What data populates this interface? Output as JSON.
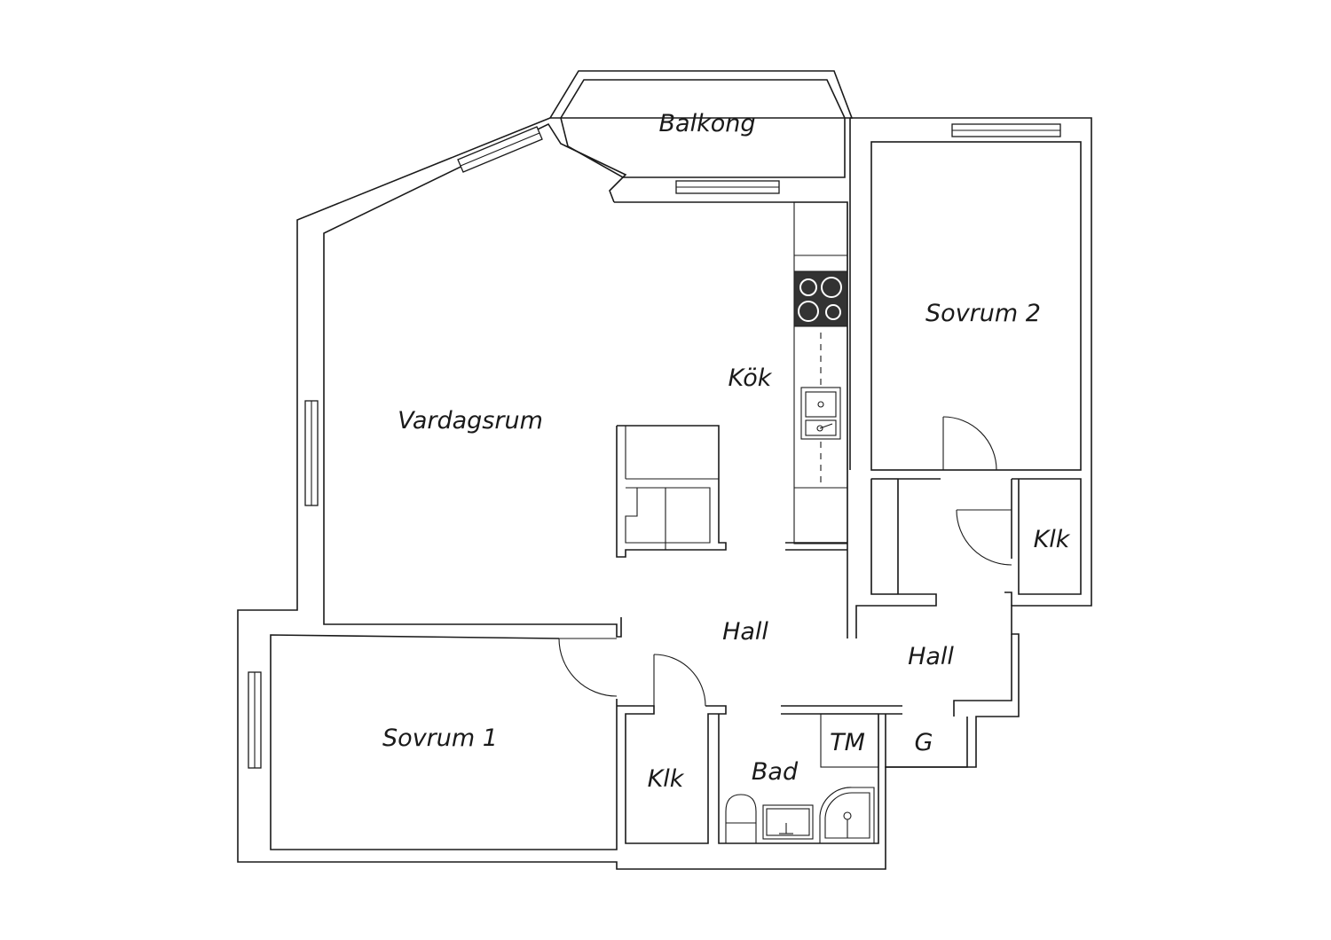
{
  "rooms": {
    "balkong": "Balkong",
    "vardagsrum": "Vardagsrum",
    "kok": "Kök",
    "sovrum2": "Sovrum 2",
    "klk_right": "Klk",
    "hall_center": "Hall",
    "hall_right": "Hall",
    "sovrum1": "Sovrum 1",
    "klk_left": "Klk",
    "bad": "Bad",
    "tm": "TM",
    "g": "G"
  },
  "colors": {
    "line": "#1a1a1a",
    "background": "#ffffff",
    "stove": "#333333"
  }
}
